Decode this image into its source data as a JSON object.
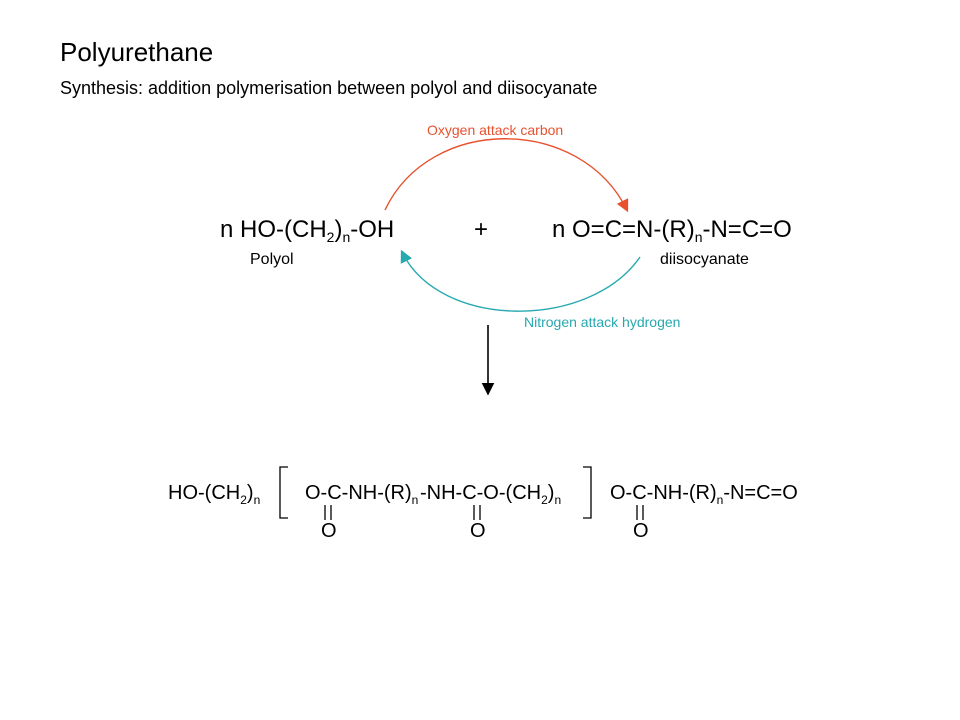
{
  "page": {
    "title": "Polyurethane",
    "subtitle": "Synthesis: addition polymerisation between polyol and diisocyanate"
  },
  "notes": {
    "oxygen_attack": "Oxygen attack carbon",
    "nitrogen_attack": "Nitrogen attack hydrogen"
  },
  "reactants": {
    "polyol_formula": {
      "prefix": "n HO-(CH",
      "sub_2": "2",
      "close": ")",
      "sub_n": "n",
      "suffix": "-OH"
    },
    "plus": "+",
    "diisocyanate_formula": {
      "prefix": "n O=C=N-(R)",
      "sub_n": "n",
      "suffix": "-N=C=O"
    },
    "polyol_label": "Polyol",
    "diisocyanate_label": "diisocyanate"
  },
  "product": {
    "seg1": {
      "text": "HO-(CH",
      "sub2": "2",
      "close": ")",
      "subn": "n"
    },
    "seg2": {
      "text": "O-C-NH-(R)",
      "subn": "n"
    },
    "seg3": {
      "text": "-NH-C-O-(CH",
      "sub2": "2",
      "close": ")",
      "subn": "n"
    },
    "seg4": {
      "text": "O-C-NH-(R)",
      "subn": "n",
      "suffix": "-N=C=O"
    },
    "carbonyl_oxygens": [
      "O",
      "O",
      "O"
    ]
  },
  "colors": {
    "oxygen_arrow": "#e8512e",
    "nitrogen_arrow": "#27a9b0",
    "text": "#000000"
  }
}
